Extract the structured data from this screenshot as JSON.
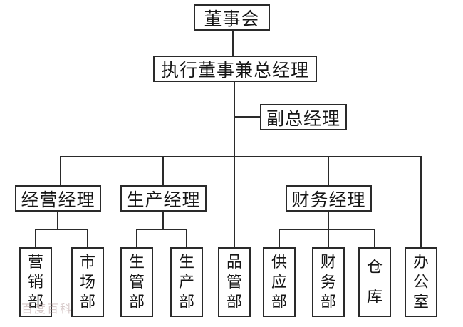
{
  "org": {
    "nodes": {
      "board": "董事会",
      "exec": "执行董事兼总经理",
      "deputy": "副总经理",
      "mgr_business": "经营经理",
      "mgr_production": "生产经理",
      "mgr_finance": "财务经理",
      "dept_marketing": "营销部",
      "dept_market": "市场部",
      "dept_prod_mgmt": "生管部",
      "dept_production": "生产部",
      "dept_quality": "品管部",
      "dept_supply": "供应部",
      "dept_finance": "财务部",
      "warehouse": "仓库",
      "office": "办公室"
    },
    "edges": [
      [
        "board",
        "exec"
      ],
      [
        "exec",
        "deputy"
      ],
      [
        "exec",
        "mgr_business"
      ],
      [
        "exec",
        "mgr_production"
      ],
      [
        "exec",
        "dept_quality"
      ],
      [
        "exec",
        "mgr_finance"
      ],
      [
        "exec",
        "office"
      ],
      [
        "mgr_business",
        "dept_marketing"
      ],
      [
        "mgr_business",
        "dept_market"
      ],
      [
        "mgr_production",
        "dept_prod_mgmt"
      ],
      [
        "mgr_production",
        "dept_production"
      ],
      [
        "mgr_finance",
        "dept_supply"
      ],
      [
        "mgr_finance",
        "dept_finance"
      ],
      [
        "mgr_finance",
        "warehouse"
      ]
    ]
  },
  "watermark": "百度百科",
  "colors": {
    "line": "#2a2a2a",
    "text": "#161616",
    "background": "#ffffff"
  }
}
